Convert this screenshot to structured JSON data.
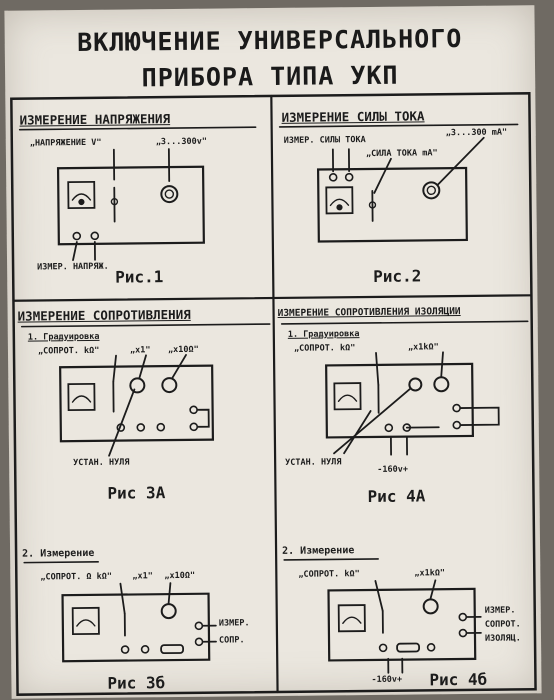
{
  "title_line1": "ВКЛЮЧЕНИЕ УНИВЕРСАЛЬНОГО",
  "title_line2": "ПРИБОРА ТИПА УКП",
  "fig1": {
    "heading": "ИЗМЕРЕНИЕ НАПРЯЖЕНИЯ",
    "label_voltage": "„НАПРЯЖЕНИЕ V\"",
    "label_range": "„3...300v\"",
    "label_terminals": "ИЗМЕР. НАПРЯЖ.",
    "caption": "Рис.1"
  },
  "fig2": {
    "heading": "ИЗМЕРЕНИЕ СИЛЫ ТОКА",
    "label_terminals": "ИЗМЕР. СИЛЫ ТОКА",
    "label_current": "„СИЛА ТОКА mA\"",
    "label_range": "„3...300 mA\"",
    "caption": "Рис.2"
  },
  "fig3a": {
    "heading": "ИЗМЕРЕНИЕ СОПРОТИВЛЕНИЯ",
    "step": "1. Градуировка",
    "label_switch": "„СОПРОТ. kΩ\"",
    "label_x1": "„x1\"",
    "label_x10": "„x10Ω\"",
    "label_zero": "УСТАН. НУЛЯ",
    "caption": "Рис 3А"
  },
  "fig4a": {
    "heading": "ИЗМЕРЕНИЕ СОПРОТИВЛЕНИЯ ИЗОЛЯЦИИ",
    "step": "1. Градуировка",
    "label_switch": "„СОПРОТ. kΩ\"",
    "label_x1k": "„x1kΩ\"",
    "label_zero": "УСТАН. НУЛЯ",
    "label_voltage": "-160v+",
    "caption": "Рис 4А"
  },
  "fig3b": {
    "step": "2. Измерение",
    "label_switch": "„СОПРОТ. Ω kΩ\"",
    "label_x1": "„x1\"",
    "label_x10": "„x10Ω\"",
    "label_meas1": "ИЗМЕР.",
    "label_meas2": "СОПР.",
    "caption": "Рис 3б"
  },
  "fig4b": {
    "step": "2. Измерение",
    "label_switch": "„СОПРОТ. kΩ\"",
    "label_x1k": "„x1kΩ\"",
    "label_meas1": "ИЗМЕР.",
    "label_meas2": "СОПРОТ.",
    "label_meas3": "ИЗОЛЯЦ.",
    "label_voltage": "-160v+",
    "caption": "Рис 4б"
  }
}
